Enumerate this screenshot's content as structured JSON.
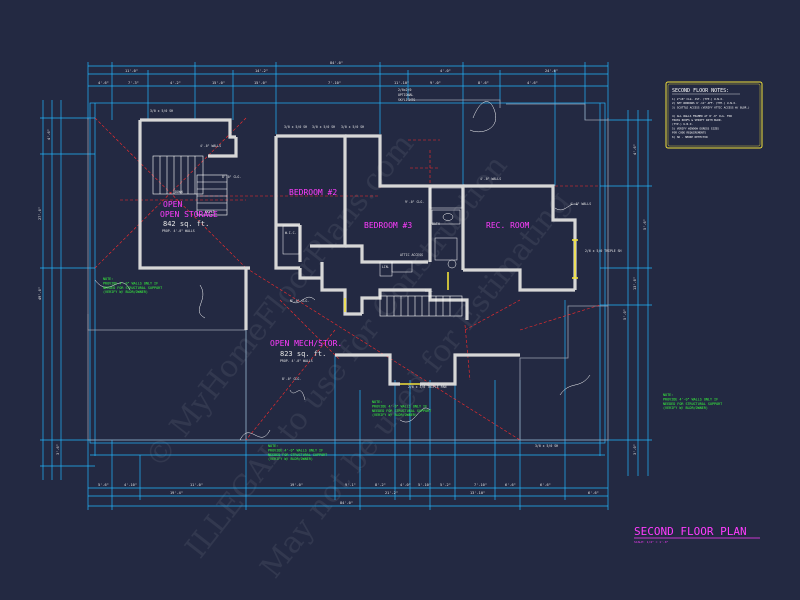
{
  "colors": {
    "background": "#232942",
    "dimension": "#22b6ff",
    "wall_fill": "#d7d7d7",
    "wall_edge": "#ffffff",
    "room_label": "#ff3cff",
    "note_green": "#39ff3c",
    "hidden_red": "#ff2b2b",
    "window_yellow": "#f1e13a",
    "notes_border": "#f1e13a"
  },
  "title": {
    "text": "SECOND FLOOR PLAN",
    "scale": "SCALE: 1/4\" = 1'-0\""
  },
  "watermark": {
    "lines": [
      "© MyHomeFloorPlans.com",
      "ILLEGAL to use for Construction",
      "May not be used for Estimating"
    ]
  },
  "notes": {
    "title": "SECOND FLOOR NOTES:",
    "lines": [
      "1) 2\"x6\" CLG. JST. (TYP.) U.N.O.",
      "2) SET WINDOWS 6'-11\" AFF. (TYP.) U.N.O.",
      "3) SCUTTLE ACCESS (VERIFY ATTIC ACCESS W/ BLDR.)",
      "",
      "4) ALL WALLS FRAMED AT 8'-0\" CLG. FOR",
      "   TRUSS ROOFS & VERIFY WITH BLDR.",
      "   (TYP.) U.N.O.",
      "5) VERIFY WINDOW EGRESS SIZES",
      "   FOR CODE REQUIREMENTS",
      "6) SD - SMOKE DETECTOR"
    ]
  },
  "rooms": [
    {
      "name": "OPEN STORAGE",
      "area": "842 sq. ft.",
      "sub": "PROP. 4'-0\" WALLS"
    },
    {
      "name": "BEDROOM #2",
      "area": "",
      "sub": ""
    },
    {
      "name": "BEDROOM #3",
      "area": "",
      "sub": ""
    },
    {
      "name": "REC. ROOM",
      "area": "",
      "sub": ""
    },
    {
      "name": "OPEN MECH/STOR.",
      "area": "823 sq. ft.",
      "sub": "PROP. 4'-0\" WALLS"
    }
  ],
  "labels": {
    "wic": "W.I.C.",
    "lin": "LIN.",
    "optional": "OPTIONAL",
    "skylights": "SKYLIGHTS",
    "skylight_note": "2/0x2/0",
    "walls_4": "4'-0\" WALLS",
    "clg_8": "8'-0\" CLG.",
    "clg_9": "9'-0\" CLG.",
    "down": "DOWN",
    "rail": "RAIL",
    "attic_access": "ATTIC ACCESS",
    "header_1": "3/0 x 5/0 SH",
    "header_2": "3/0 x 5/0 SH",
    "header_3": "3/0 x 5/0 SH",
    "header_4": "3/0 x 5/0 SH",
    "header_5": "3/0 x 5/0 SH",
    "header_6": "2/6 x 5/0 TRIPLE SH",
    "header_7": "2/6 x 3/6 TRIPLE PAN",
    "bath_label": "BATH"
  },
  "green_notes": [
    {
      "lines": [
        "NOTE:",
        "PROVIDE 4'-0\" WALLS ONLY IF",
        "NEEDED FOR STRUCTURAL SUPPORT",
        "(VERIFY W/ BLDR/OWNER)"
      ]
    },
    {
      "lines": [
        "NOTE:",
        "PROVIDE 4'-0\" WALLS ONLY IF",
        "NEEDED FOR STRUCTURAL SUPPORT",
        "(VERIFY W/ BLDR/OWNER)"
      ]
    },
    {
      "lines": [
        "NOTE:",
        "PROVIDE 4'-0\" WALLS ONLY IF",
        "NEEDED FOR STRUCTURAL SUPPORT",
        "(VERIFY W/ BLDR/OWNER)"
      ]
    },
    {
      "lines": [
        "NOTE:",
        "PROVIDE 4'-0\" WALLS ONLY IF",
        "NEEDED FOR STRUCTURAL SUPPORT",
        "(VERIFY W/ BLDR/OWNER)"
      ]
    }
  ],
  "dims_top": [
    "4'-6\"",
    "7'-3\"",
    "4'-2\"",
    "15'-0\"",
    "15'-0\"",
    "7'-10\"",
    "11'-10\"",
    "9'-0\"",
    "8'-6\"",
    "4'-6\""
  ],
  "dims_top_overall": [
    "84'-0\"",
    "11'-0\"",
    "14'-2\"",
    "4'-0\"",
    "24'-6\""
  ],
  "dims_bottom": [
    "5'-6\"",
    "4'-10\"",
    "11'-0\"",
    "19'-0\"",
    "9'-1\"",
    "8'-2\"",
    "4'-0\"",
    "5'-10\"",
    "5'-2\"",
    "7'-10\"",
    "6'-6\"",
    "6'-6\""
  ],
  "dims_bottom_overall": [
    "84'-0\"",
    "19'-4\"",
    "21'-2\"",
    "13'-10\"",
    "6'-6\""
  ],
  "dims_left": [
    "4'-6\"",
    "27'-0\"",
    "49'-0\"",
    "3'-6\""
  ],
  "dims_right": [
    "4'-6\"",
    "5'-6\"",
    "13'-0\"",
    "5'-0\"",
    "3'-0\""
  ]
}
